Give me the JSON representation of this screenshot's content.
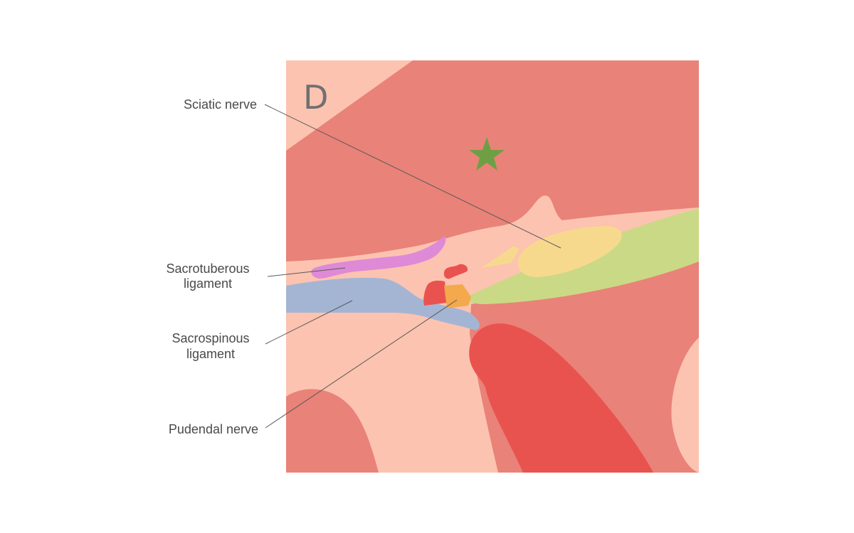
{
  "panel": {
    "letter": "D"
  },
  "labels": {
    "sciatic": "Sciatic nerve",
    "sacrotuberous_1": "Sacrotuberous",
    "sacrotuberous_2": "ligament",
    "sacrospinous_1": "Sacrospinous",
    "sacrospinous_2": "ligament",
    "pudendal": "Pudendal nerve"
  },
  "colors": {
    "background": "#fcc3b0",
    "muscle": "#e98278",
    "artery": "#e9534f",
    "sciatic_nerve": "#f7d98e",
    "nerve_branch": "#cad985",
    "sacrotuberous": "#de8ad6",
    "sacrospinous": "#a4b5d4",
    "pudendal_nerve": "#f4a94c",
    "star": "#6f9f45"
  },
  "icons": {
    "marker": "star-icon"
  }
}
